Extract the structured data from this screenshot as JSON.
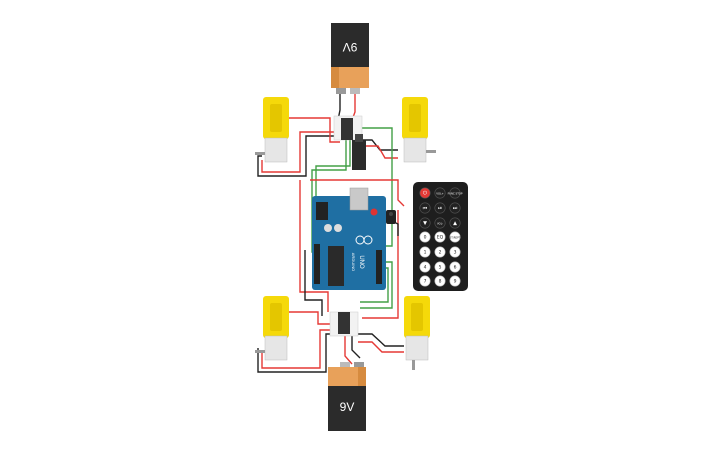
{
  "battery_top": {
    "label": "9V"
  },
  "battery_bottom": {
    "label": "9V"
  },
  "remote": {
    "buttons": [
      {
        "label": "",
        "color": "#e53935",
        "icon": "power-icon"
      },
      {
        "label": "VOL+",
        "color": "#222222"
      },
      {
        "label": "FUNC STOP",
        "color": "#222222"
      },
      {
        "label": "",
        "color": "#222222",
        "icon": "previous-icon"
      },
      {
        "label": "",
        "color": "#222222",
        "icon": "play-pause-icon"
      },
      {
        "label": "",
        "color": "#222222",
        "icon": "next-icon"
      },
      {
        "label": "",
        "color": "#222222",
        "icon": "down-icon"
      },
      {
        "label": "VOL-",
        "color": "#222222"
      },
      {
        "label": "",
        "color": "#222222",
        "icon": "up-icon"
      },
      {
        "label": "0",
        "color": "#ffffff"
      },
      {
        "label": "EQ",
        "color": "#ffffff"
      },
      {
        "label": "ST/REPT",
        "color": "#ffffff"
      },
      {
        "label": "1",
        "color": "#ffffff"
      },
      {
        "label": "2",
        "color": "#ffffff"
      },
      {
        "label": "3",
        "color": "#ffffff"
      },
      {
        "label": "4",
        "color": "#ffffff"
      },
      {
        "label": "5",
        "color": "#ffffff"
      },
      {
        "label": "6",
        "color": "#ffffff"
      },
      {
        "label": "7",
        "color": "#ffffff"
      },
      {
        "label": "8",
        "color": "#ffffff"
      },
      {
        "label": "9",
        "color": "#ffffff"
      }
    ]
  },
  "board": {
    "logo_text": "UNO",
    "brand_text": "ARDUINO"
  },
  "colors": {
    "wire_red": "#e53935",
    "wire_black": "#222222",
    "wire_green": "#43a047",
    "motor_yellow": "#f5d90a",
    "board_blue": "#1f6fa3",
    "battery_orange": "#e8a15a",
    "battery_black": "#2b2b2b"
  }
}
